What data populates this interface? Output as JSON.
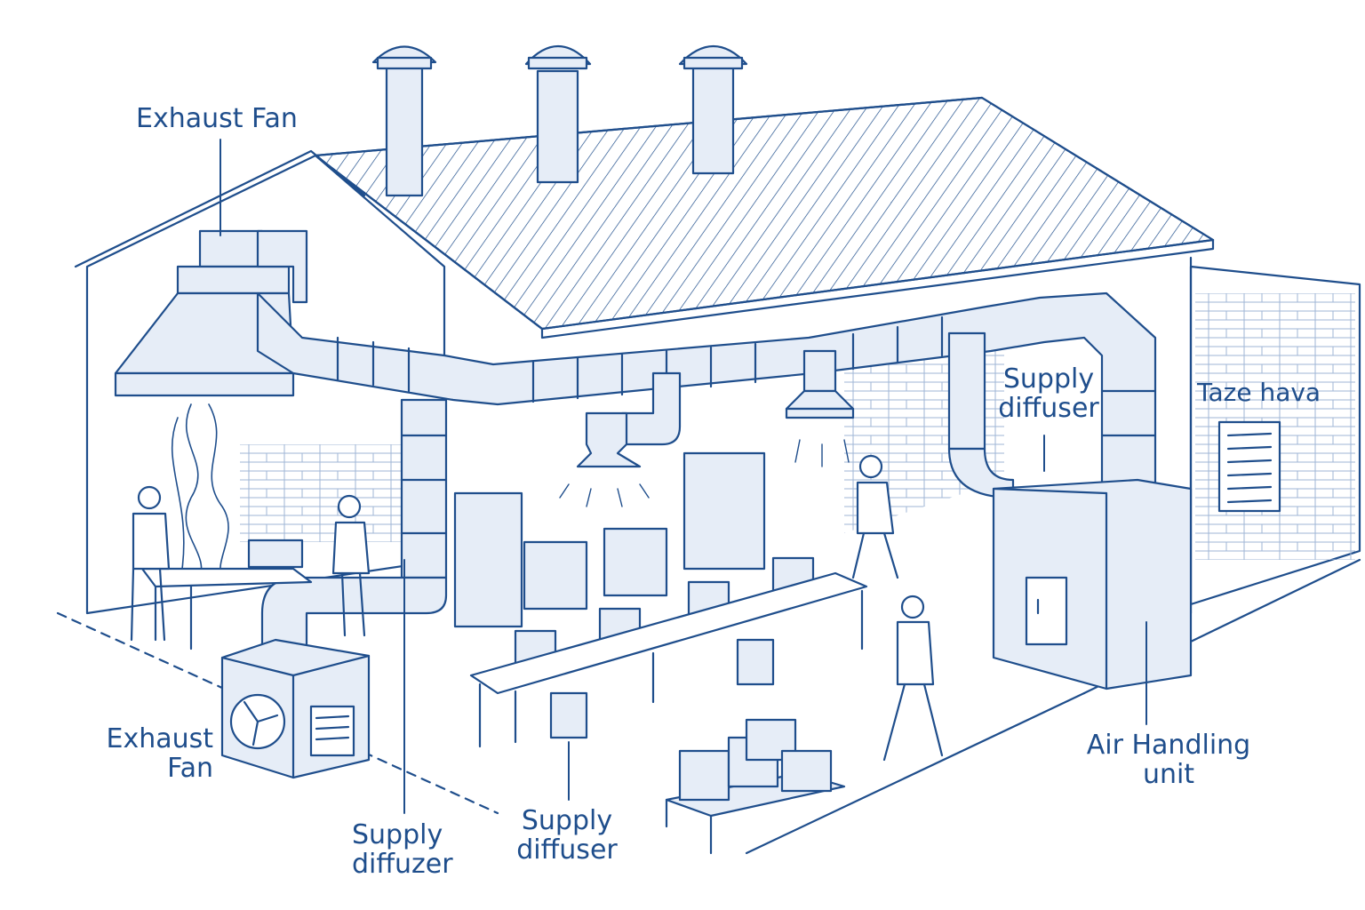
{
  "labels": {
    "exhaust_fan_top": "Exhaust Fan",
    "exhaust_fan_bottom": {
      "line1": "Exhaust",
      "line2": "Fan"
    },
    "supply_diffuzer": {
      "line1": "Supply",
      "line2": "diffuzer"
    },
    "supply_diffuser_middle": {
      "line1": "Supply",
      "line2": "diffuser"
    },
    "supply_diffuser_right": {
      "line1": "Supply",
      "line2": "diffuser"
    },
    "taze_hava": "Taze hava",
    "air_handling_unit": {
      "line1": "Air Handling",
      "line2": "unit"
    }
  },
  "colors": {
    "ink": "#1f4e8c",
    "fill_light": "#e6edf7",
    "fill_mid": "#c9d7ec",
    "background": "#ffffff"
  }
}
